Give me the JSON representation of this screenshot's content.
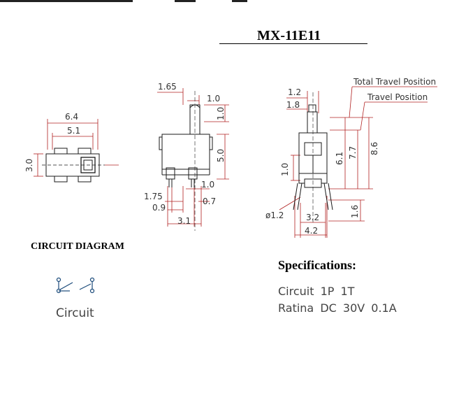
{
  "title": "MX-11E11",
  "circuit": {
    "heading": "CIRCUIT DIAGRAM",
    "label": "Circuit"
  },
  "specifications": {
    "heading": "Specifications:",
    "rows": [
      "Circuit 1P 1T",
      "Ratina DC 30V 0.1A"
    ]
  },
  "top_view": {
    "dims": [
      "6.4",
      "5.1",
      "3.0"
    ]
  },
  "front_view": {
    "dims": [
      "1.65",
      "1.0",
      "1.0",
      "5.0",
      "1.0",
      "1.75",
      "0.9",
      "0.7",
      "3.1"
    ]
  },
  "side_view": {
    "labels": [
      "Total Travel Position",
      "Travel Position"
    ],
    "dims": [
      "1.2",
      "1.8",
      "6.1",
      "7.7",
      "8.6",
      "1.0",
      "ø1.2",
      "3.2",
      "4.2",
      "1.6"
    ]
  },
  "colors": {
    "line": "#1a1a1a",
    "dimension": "#b02020",
    "text": "#333333"
  }
}
